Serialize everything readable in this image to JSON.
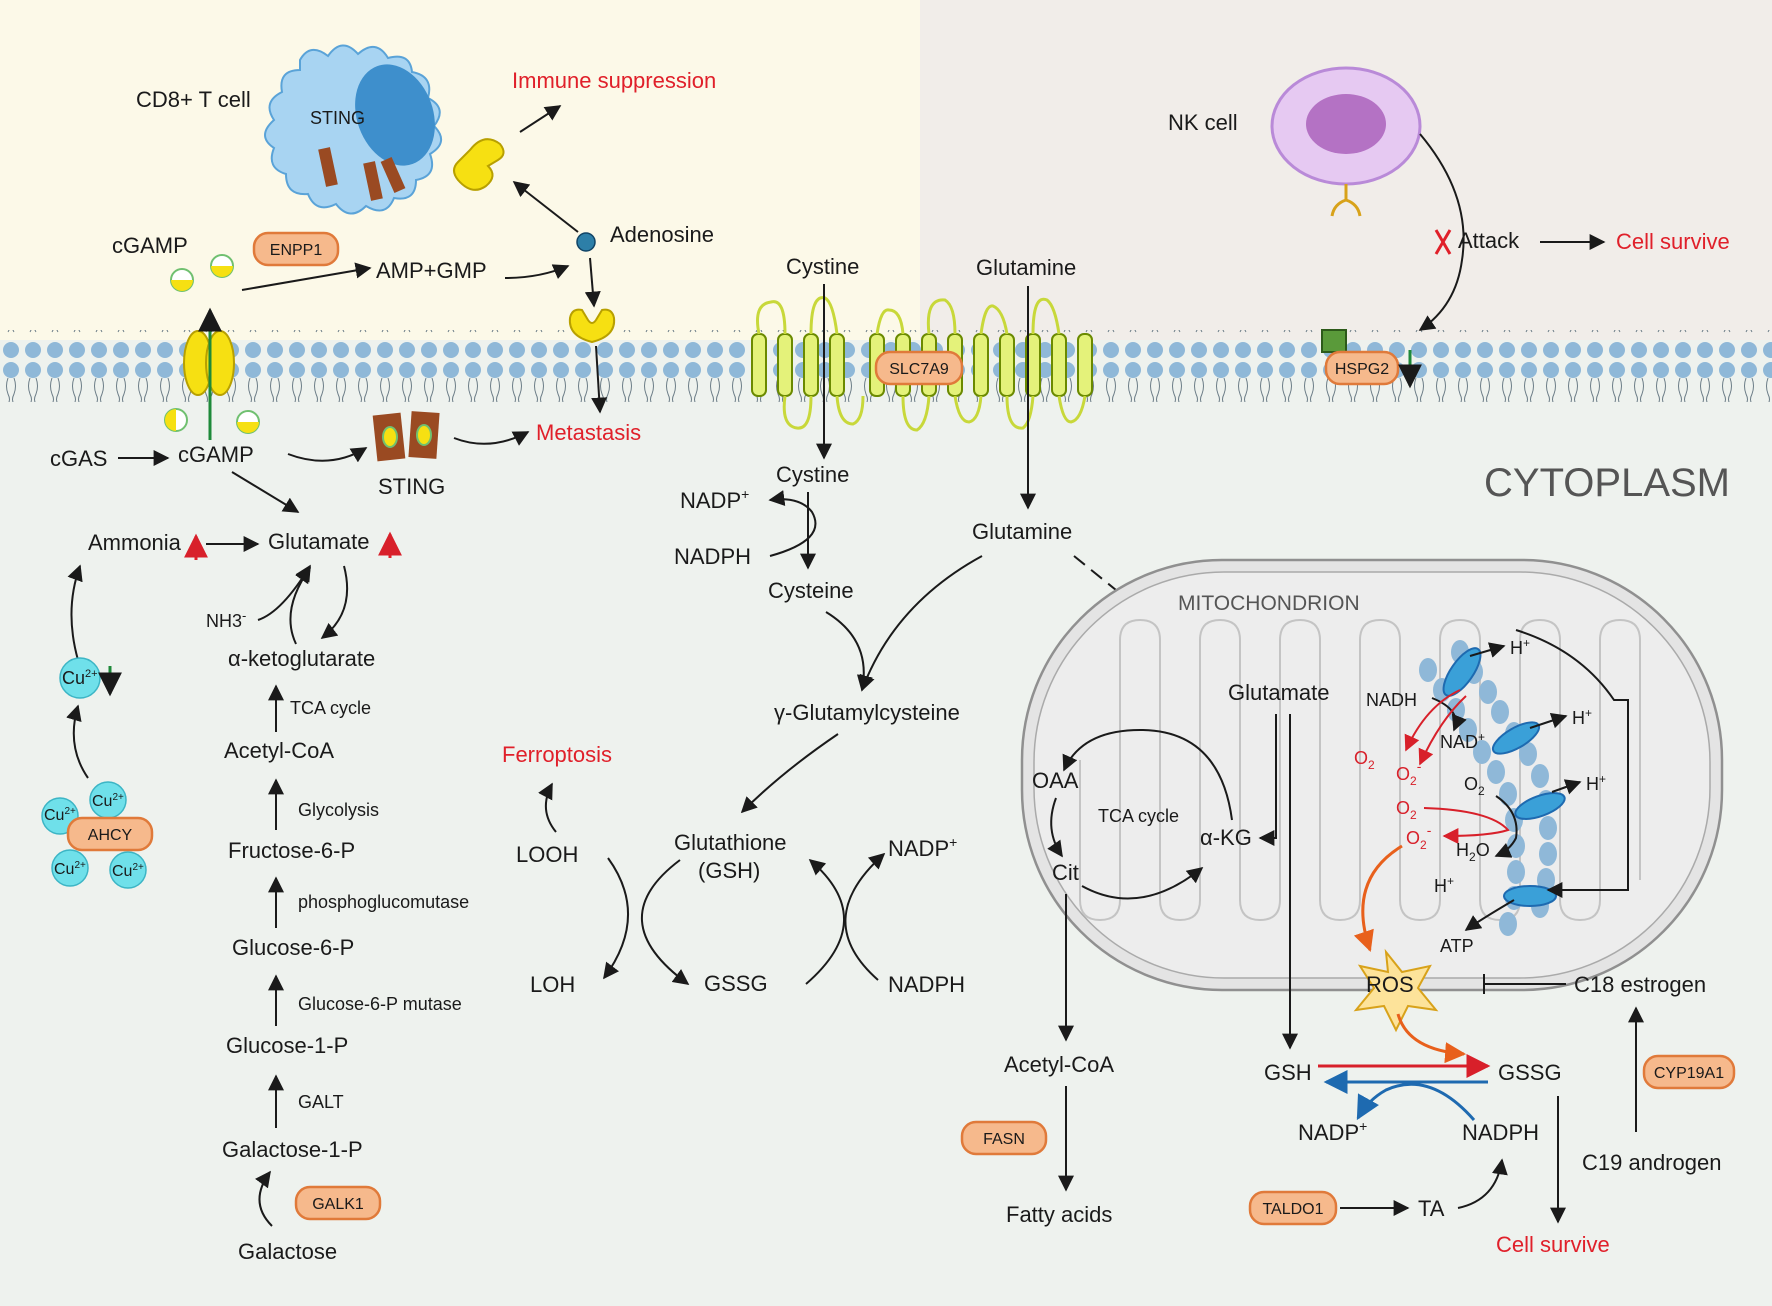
{
  "labels": {
    "cd8": "CD8+ T cell",
    "sting_top": "STING",
    "immune": "Immune suppression",
    "cgamp_top": "cGAMP",
    "enpp1": "ENPP1",
    "ampgmp": "AMP+GMP",
    "adenosine": "Adenosine",
    "cgas": "cGAS",
    "cgamp": "cGAMP",
    "sting": "STING",
    "metastasis": "Metastasis",
    "ammonia": "Ammonia",
    "glutamate_left": "Glutamate",
    "nh3": "NH3",
    "nh3_sup": "-",
    "akg": "α-ketoglutarate",
    "tca": "TCA cycle",
    "acetylcoa": "Acetyl-CoA",
    "glycolysis": "Glycolysis",
    "f6p": "Fructose-6-P",
    "pgm": "phosphoglucomutase",
    "g6p": "Glucose-6-P",
    "g6pm": "Glucose-6-P mutase",
    "g1p": "Glucose-1-P",
    "galt": "GALT",
    "gal1p": "Galactose-1-P",
    "galk1": "GALK1",
    "galactose": "Galactose",
    "cu": "Cu",
    "cu_sup": "2+",
    "ahcy": "AHCY",
    "cystine_out": "Cystine",
    "glutamine_out": "Glutamine",
    "slc7a9": "SLC7A9",
    "cystine_in": "Cystine",
    "nadp1": "NADP",
    "nadp1_sup": "+",
    "nadph1": "NADPH",
    "cysteine": "Cysteine",
    "glutamine_in": "Glutamine",
    "ggc": "γ-Glutamylcysteine",
    "ferroptosis": "Ferroptosis",
    "looh": "LOOH",
    "gsh_line1": "Glutathione",
    "gsh_line2": "(GSH)",
    "nadp2": "NADP",
    "nadp2_sup": "+",
    "loh": "LOH",
    "gssg": "GSSG",
    "nadph2": "NADPH",
    "nkcell": "NK cell",
    "attack": "Attack",
    "cellsurvive_top": "Cell survive",
    "hspg2": "HSPG2",
    "cytoplasm": "CYTOPLASM",
    "mito": "MITOCHONDRION",
    "glutamate_mito": "Glutamate",
    "oaa": "OAA",
    "tca_mito": "TCA cycle",
    "akg_mito": "α-KG",
    "cit": "Cit",
    "hplus": "H",
    "plus": "+",
    "nadh": "NADH",
    "nadplus": "NAD",
    "o2": "O",
    "two": "2",
    "minus": "-",
    "h2o": "H",
    "h2o_o": "O",
    "atp": "ATP",
    "ros": "ROS",
    "c18": "C18 estrogen",
    "acetylcoa_mito": "Acetyl-CoA",
    "fasn": "FASN",
    "fatty": "Fatty acids",
    "gsh_r": "GSH",
    "gssg_r": "GSSG",
    "nadp_r": "NADP",
    "nadp_r_sup": "+",
    "nadph_r": "NADPH",
    "taldo1": "TALDO1",
    "ta": "TA",
    "cellsurvive_bottom": "Cell survive",
    "cyp19a1": "CYP19A1",
    "c19": "C19 androgen"
  },
  "colors": {
    "extracellular_left": "#fcf9e8",
    "extracellular_right": "#f1ede9",
    "cytoplasm": "#eef2ee",
    "accent_red": "#e0202a",
    "gene_fill": "#f6b98c",
    "gene_stroke": "#e07a3a",
    "membrane_head": "#8fb8d8",
    "tcell": "#a8d4f2",
    "nk_cell": "#e6c9f2",
    "ros_star": "#fde39a"
  }
}
